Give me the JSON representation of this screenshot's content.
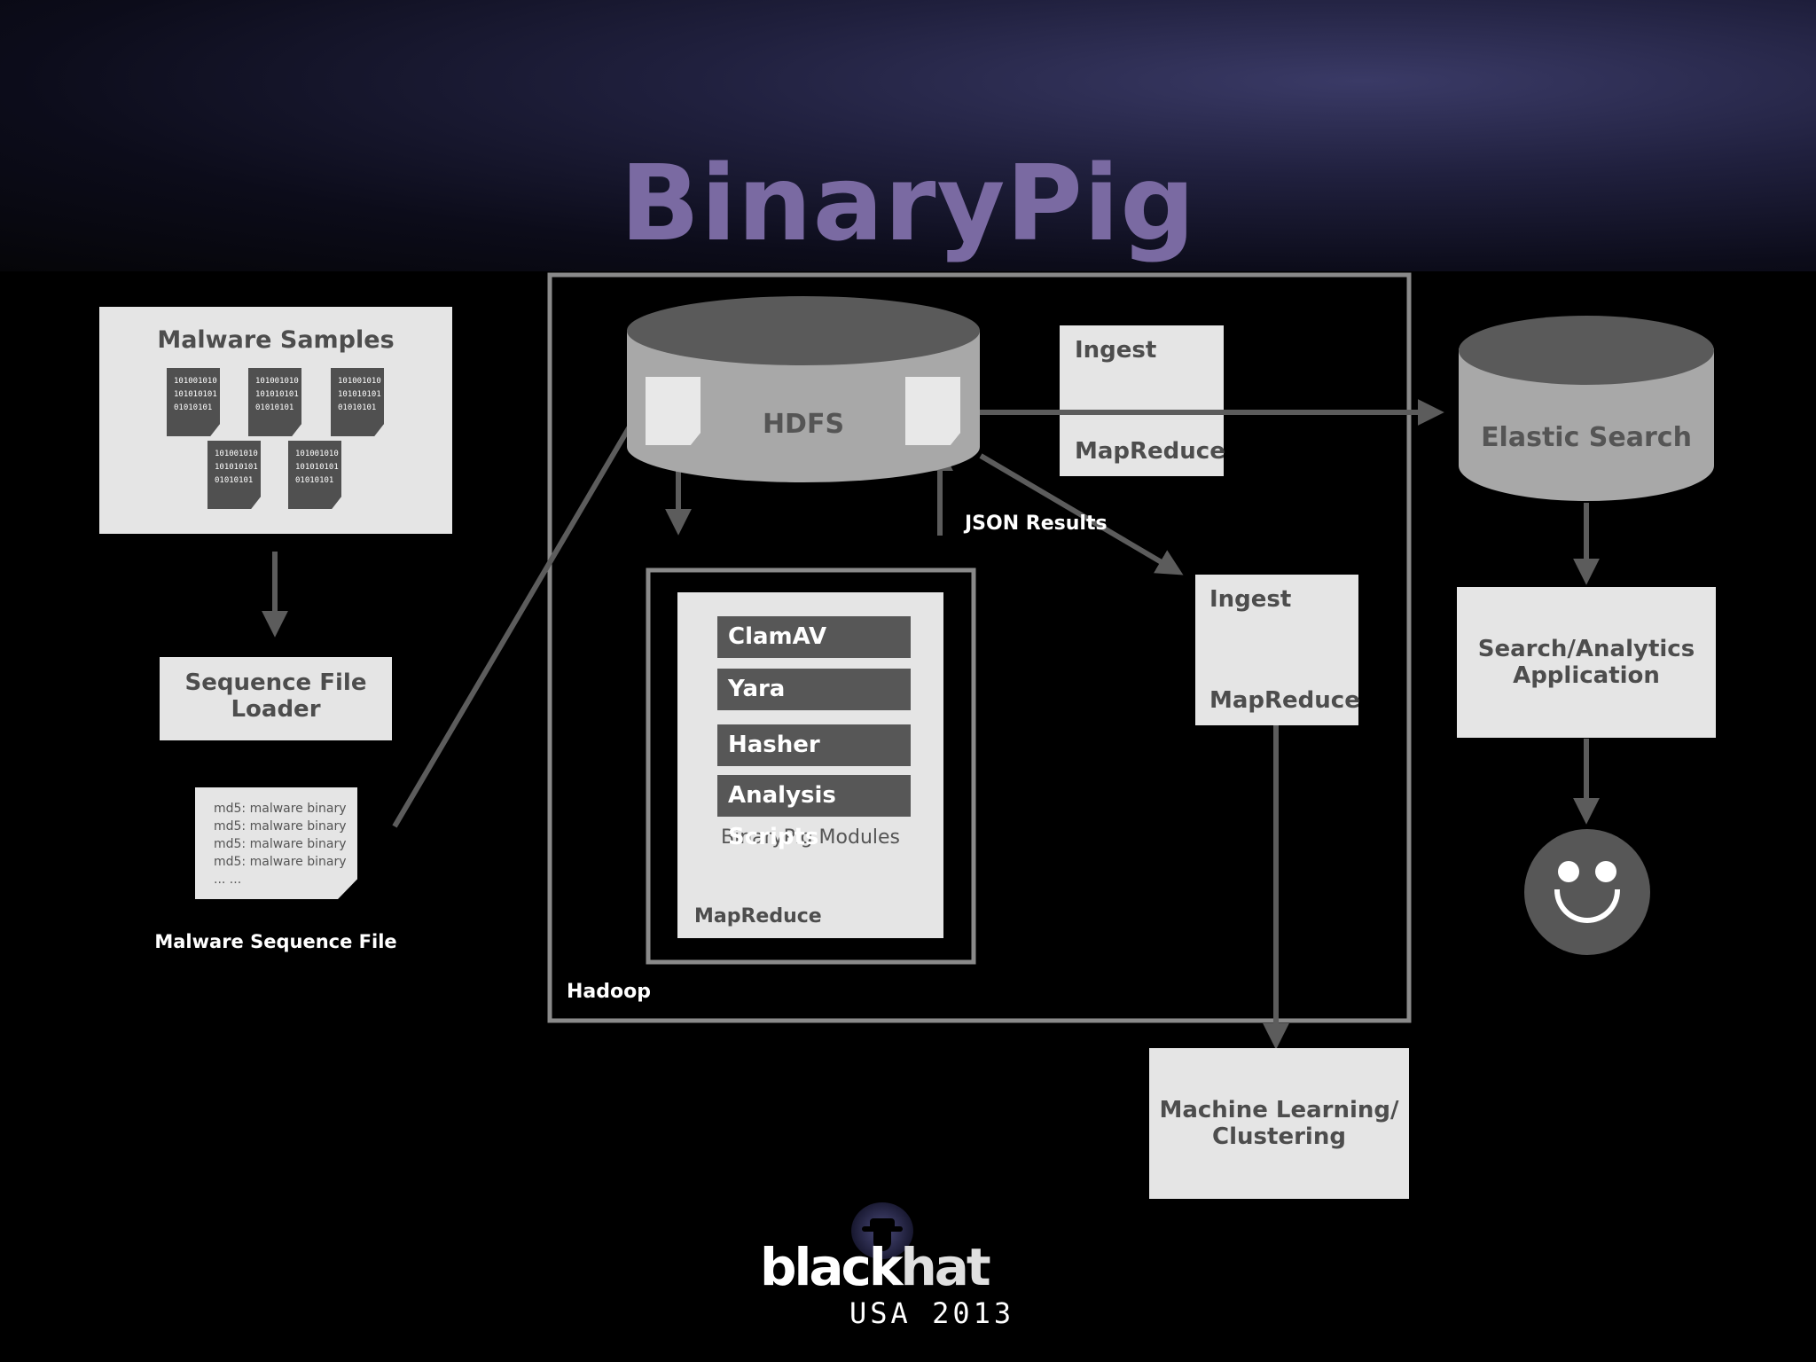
{
  "title": "BinaryPig",
  "malware_samples": {
    "title": "Malware Samples",
    "doc_lines": [
      "101001010",
      "101010101",
      "01010101"
    ]
  },
  "sequence_file_loader": "Sequence File Loader",
  "sequence_file": {
    "lines": [
      "md5: malware binary",
      "md5: malware binary",
      "md5: malware binary",
      "md5: malware binary",
      "...      ..."
    ],
    "caption": "Malware Sequence File"
  },
  "hadoop": {
    "label": "Hadoop",
    "hdfs": "HDFS",
    "modules": [
      "ClamAV",
      "Yara",
      "Hasher",
      "Analysis Scripts"
    ],
    "modules_caption": "BinaryPig Modules",
    "mapreduce": "MapReduce",
    "json_results": "JSON Results",
    "ingest_top": {
      "ingest": "Ingest",
      "mapreduce": "MapReduce"
    },
    "ingest_mid": {
      "ingest": "Ingest",
      "mapreduce": "MapReduce"
    }
  },
  "elastic_search": "Elastic Search",
  "search_app": "Search/Analytics Application",
  "ml": "Machine Learning/ Clustering",
  "logo": {
    "word1": "black",
    "word2": "hat",
    "sub": "USA 2013"
  },
  "colors": {
    "title": "#7a6aa2",
    "box": "#e5e5e5",
    "cylinder": "#a8a8a8",
    "cylinder_top": "#5a5a5a",
    "module": "#575757",
    "arrow": "#5c5c5c"
  },
  "icons": [
    "document-icon",
    "smiley-icon",
    "black-hat-logo-icon"
  ]
}
